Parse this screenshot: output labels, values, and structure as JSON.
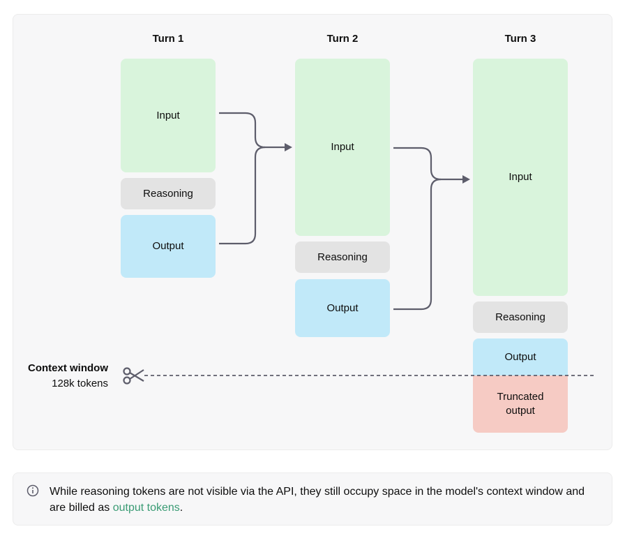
{
  "diagram": {
    "turns": [
      {
        "title": "Turn 1",
        "input": "Input",
        "reasoning": "Reasoning",
        "output": "Output"
      },
      {
        "title": "Turn 2",
        "input": "Input",
        "reasoning": "Reasoning",
        "output": "Output"
      },
      {
        "title": "Turn 3",
        "input": "Input",
        "reasoning": "Reasoning",
        "output": "Output",
        "truncated": "Truncated output"
      }
    ],
    "context_window": {
      "label": "Context window",
      "value": "128k tokens",
      "icon": "scissors-icon"
    },
    "colors": {
      "input": "#d9f4dc",
      "reasoning": "#e3e3e3",
      "output": "#c1e9f9",
      "truncated": "#f6cbc4",
      "arrow": "#5d5d6b"
    }
  },
  "note": {
    "icon": "info-icon",
    "text": "While reasoning tokens are not visible via the API, they still occupy space in the model's context window and are billed as ",
    "link": "output tokens",
    "suffix": "."
  }
}
